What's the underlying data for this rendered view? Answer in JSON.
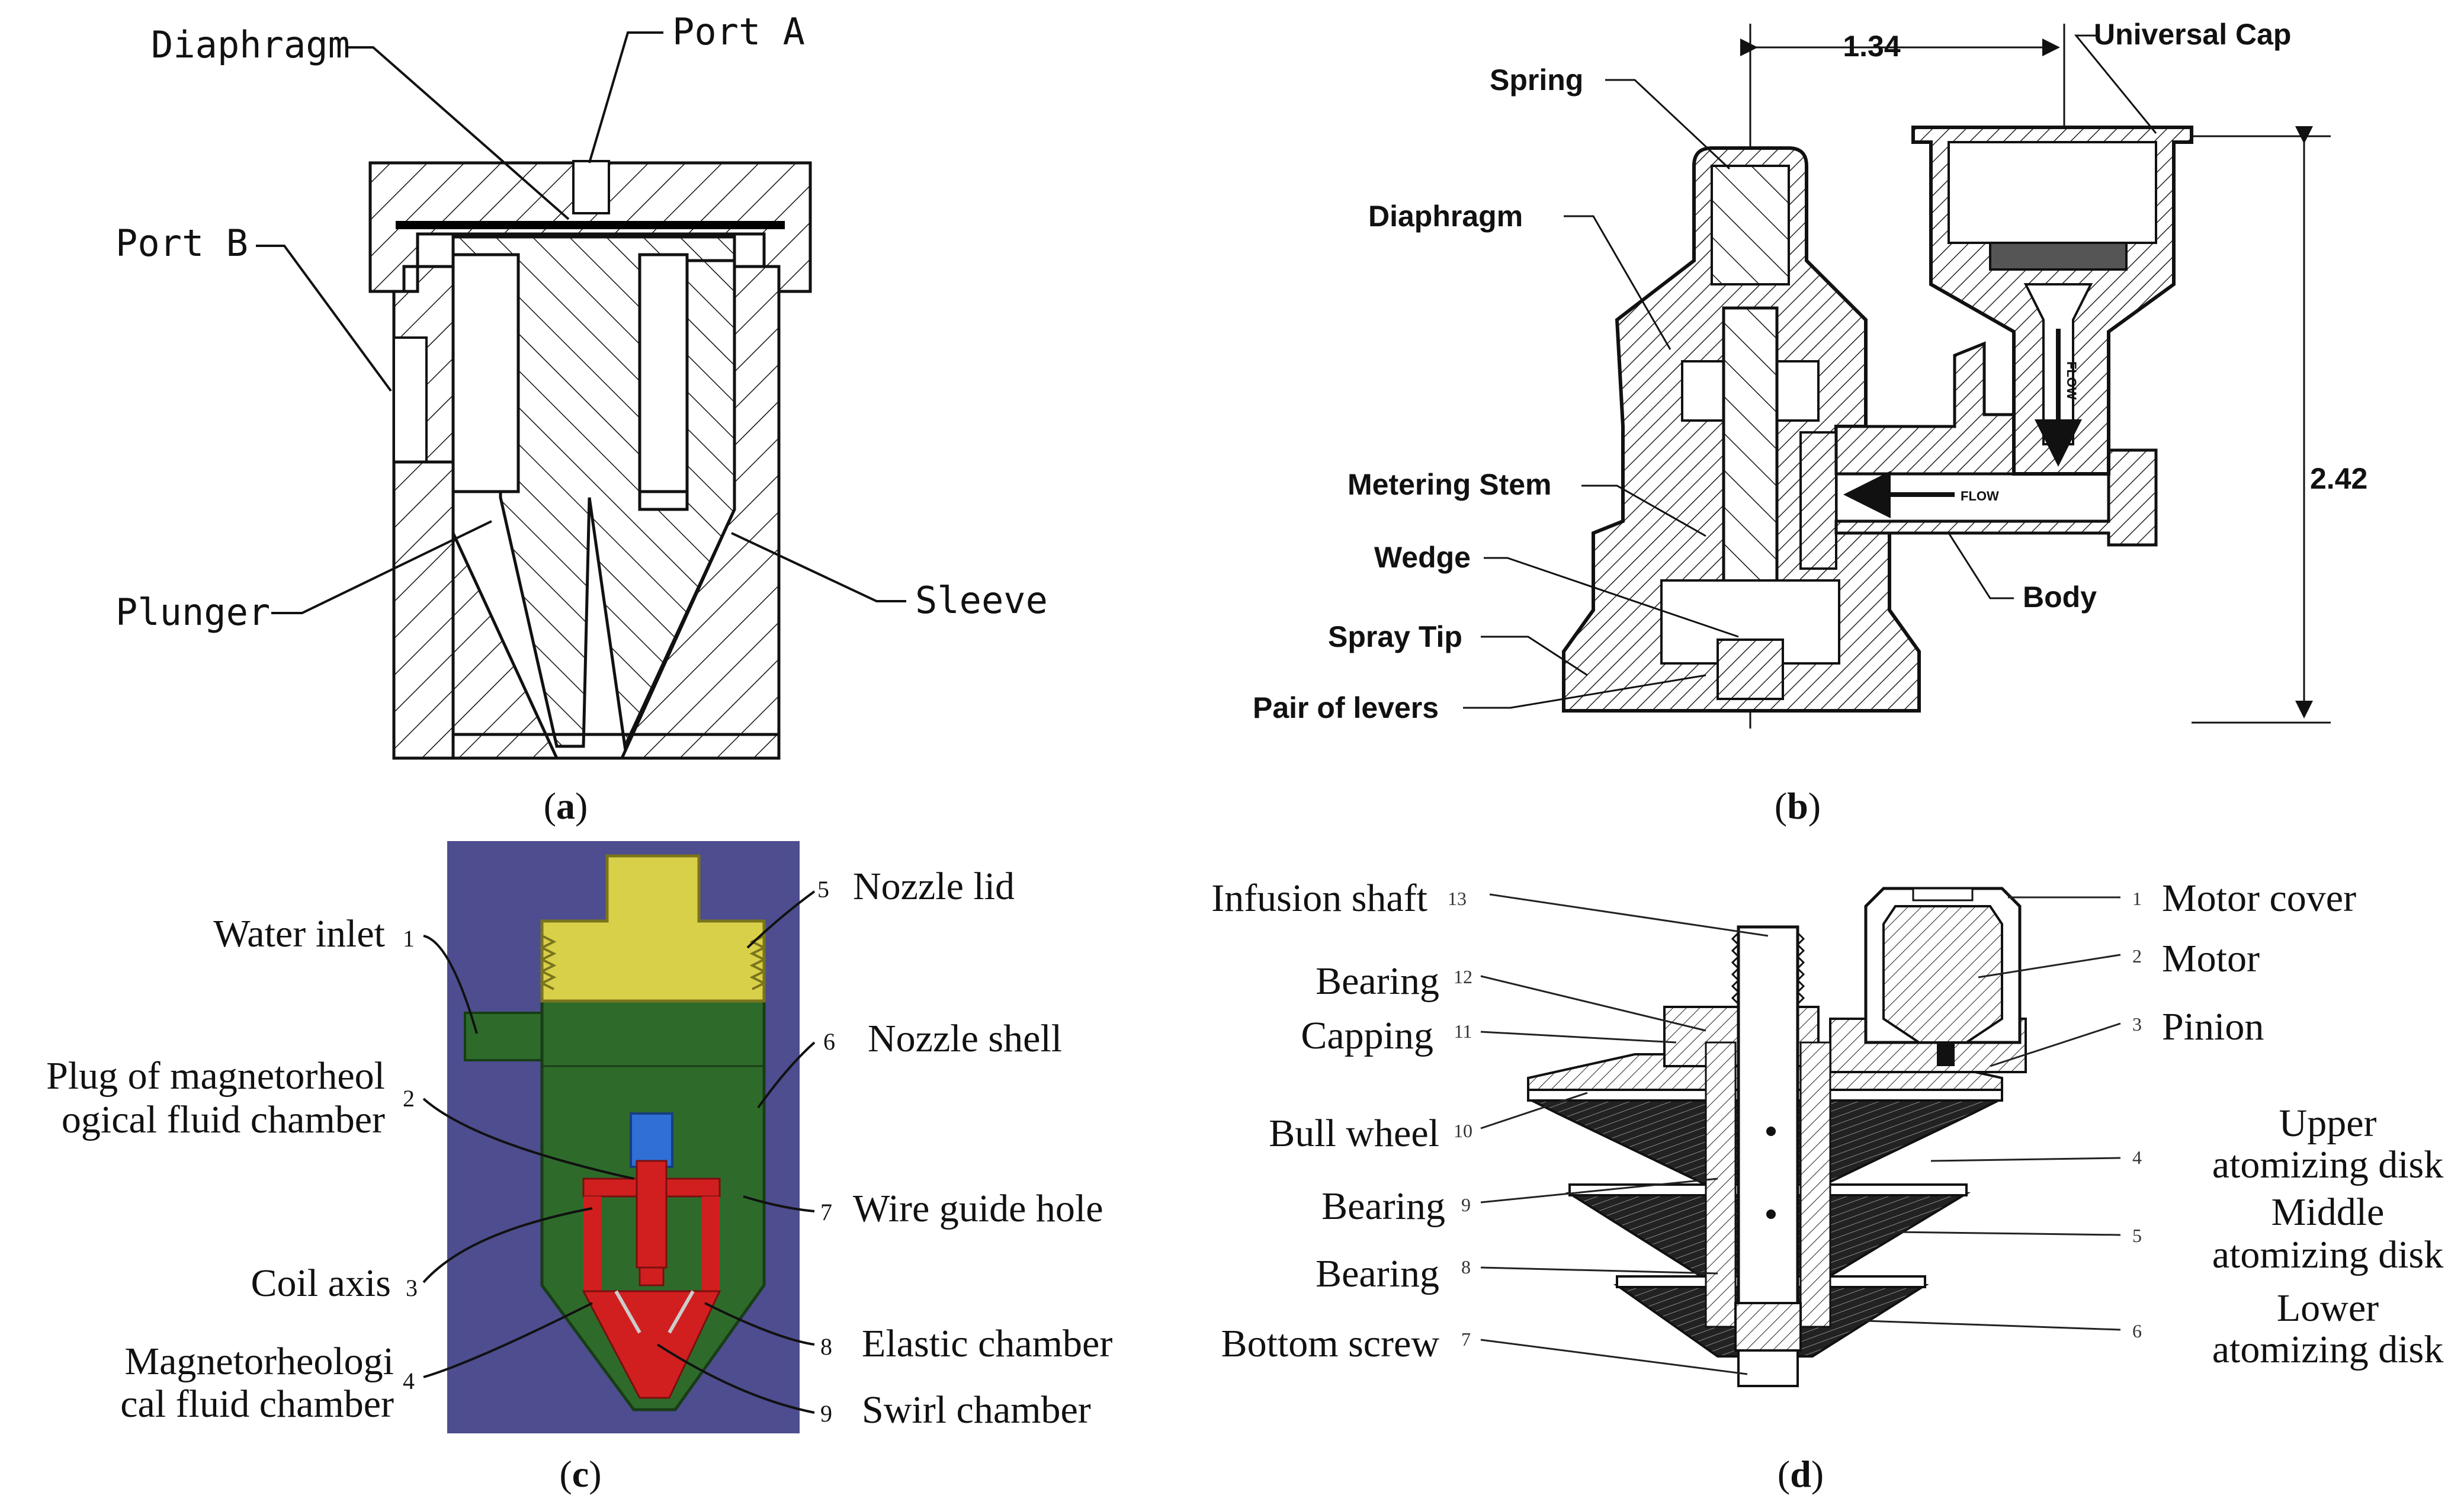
{
  "panel_a": {
    "caption": {
      "open": "(",
      "letter": "a",
      "close": ")"
    },
    "labels": {
      "diaphragm": "Diaphragm",
      "port_a": "Port A",
      "port_b": "Port B",
      "plunger": "Plunger",
      "sleeve": "Sleeve"
    }
  },
  "panel_b": {
    "caption": {
      "open": "(",
      "letter": "b",
      "close": ")"
    },
    "labels": {
      "spring": "Spring",
      "diaphragm": "Diaphragm",
      "metering_stem": "Metering Stem",
      "wedge": "Wedge",
      "spray_tip": "Spray Tip",
      "pair_of_levers": "Pair of levers",
      "universal_cap": "Universal Cap",
      "body": "Body",
      "flow_vertical": "FLOW",
      "flow_horizontal": "FLOW"
    },
    "dimensions": {
      "width": "1.34",
      "height": "2.42"
    }
  },
  "panel_c": {
    "caption": {
      "open": "(",
      "letter": "c",
      "close": ")"
    },
    "left": [
      {
        "num": "1",
        "label": "Water inlet"
      },
      {
        "num": "2",
        "lines": [
          "Plug of magnetorheol",
          "ogical fluid chamber"
        ]
      },
      {
        "num": "3",
        "label": "Coil axis"
      },
      {
        "num": "4",
        "lines": [
          "Magnetorheologi",
          "cal fluid chamber"
        ]
      }
    ],
    "right": [
      {
        "num": "5",
        "label": "Nozzle lid"
      },
      {
        "num": "6",
        "label": "Nozzle shell"
      },
      {
        "num": "7",
        "label": "Wire guide hole"
      },
      {
        "num": "8",
        "label": "Elastic chamber"
      },
      {
        "num": "9",
        "label": "Swirl chamber"
      }
    ],
    "colors": {
      "background": "#4d4d8f",
      "shell": "#2e6b2b",
      "lid": "#d9d04a",
      "coil": "#d11f1f",
      "plug": "#2f6fd6"
    }
  },
  "panel_d": {
    "caption": {
      "open": "(",
      "letter": "d",
      "close": ")"
    },
    "left": [
      {
        "num": "13",
        "label": "Infusion shaft"
      },
      {
        "num": "12",
        "label": "Bearing"
      },
      {
        "num": "11",
        "label": "Capping"
      },
      {
        "num": "10",
        "label": "Bull wheel"
      },
      {
        "num": "9",
        "label": "Bearing"
      },
      {
        "num": "8",
        "label": "Bearing"
      },
      {
        "num": "7",
        "label": "Bottom screw"
      }
    ],
    "right": [
      {
        "num": "1",
        "label": "Motor cover"
      },
      {
        "num": "2",
        "label": "Motor"
      },
      {
        "num": "3",
        "label": "Pinion"
      },
      {
        "num": "4",
        "lines": [
          "Upper",
          "atomizing disk"
        ]
      },
      {
        "num": "5",
        "lines": [
          "Middle",
          "atomizing disk"
        ]
      },
      {
        "num": "6",
        "lines": [
          "Lower",
          "atomizing disk"
        ]
      }
    ]
  }
}
